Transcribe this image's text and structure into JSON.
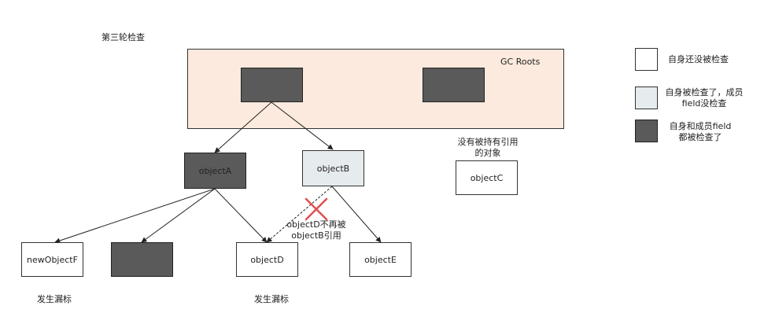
{
  "title": "第三轮检查",
  "gc_roots_label": "GC Roots",
  "nodes": {
    "objectA": "objectA",
    "objectB": "objectB",
    "objectC": "objectC",
    "objectD": "objectD",
    "objectE": "objectE",
    "newObjectF": "newObjectF"
  },
  "notes": {
    "unreferenced_line1": "没有被持有引用",
    "unreferenced_line2": "的对象",
    "d_no_ref_line1": "objectD不再被",
    "d_no_ref_line2": "objectB引用",
    "leak_left": "发生漏标",
    "leak_mid": "发生漏标"
  },
  "legend": {
    "white_label": "自身还没被检查",
    "light_label_line1": "自身被检查了，成员",
    "light_label_line2": "field没检查",
    "dark_label_line1": "自身和成员field",
    "dark_label_line2": "都被检查了"
  },
  "colors": {
    "gc_roots_bg": "#fbeadd",
    "dark": "#5a5a5a",
    "light": "#e6ebee",
    "cross": "#e05050"
  }
}
